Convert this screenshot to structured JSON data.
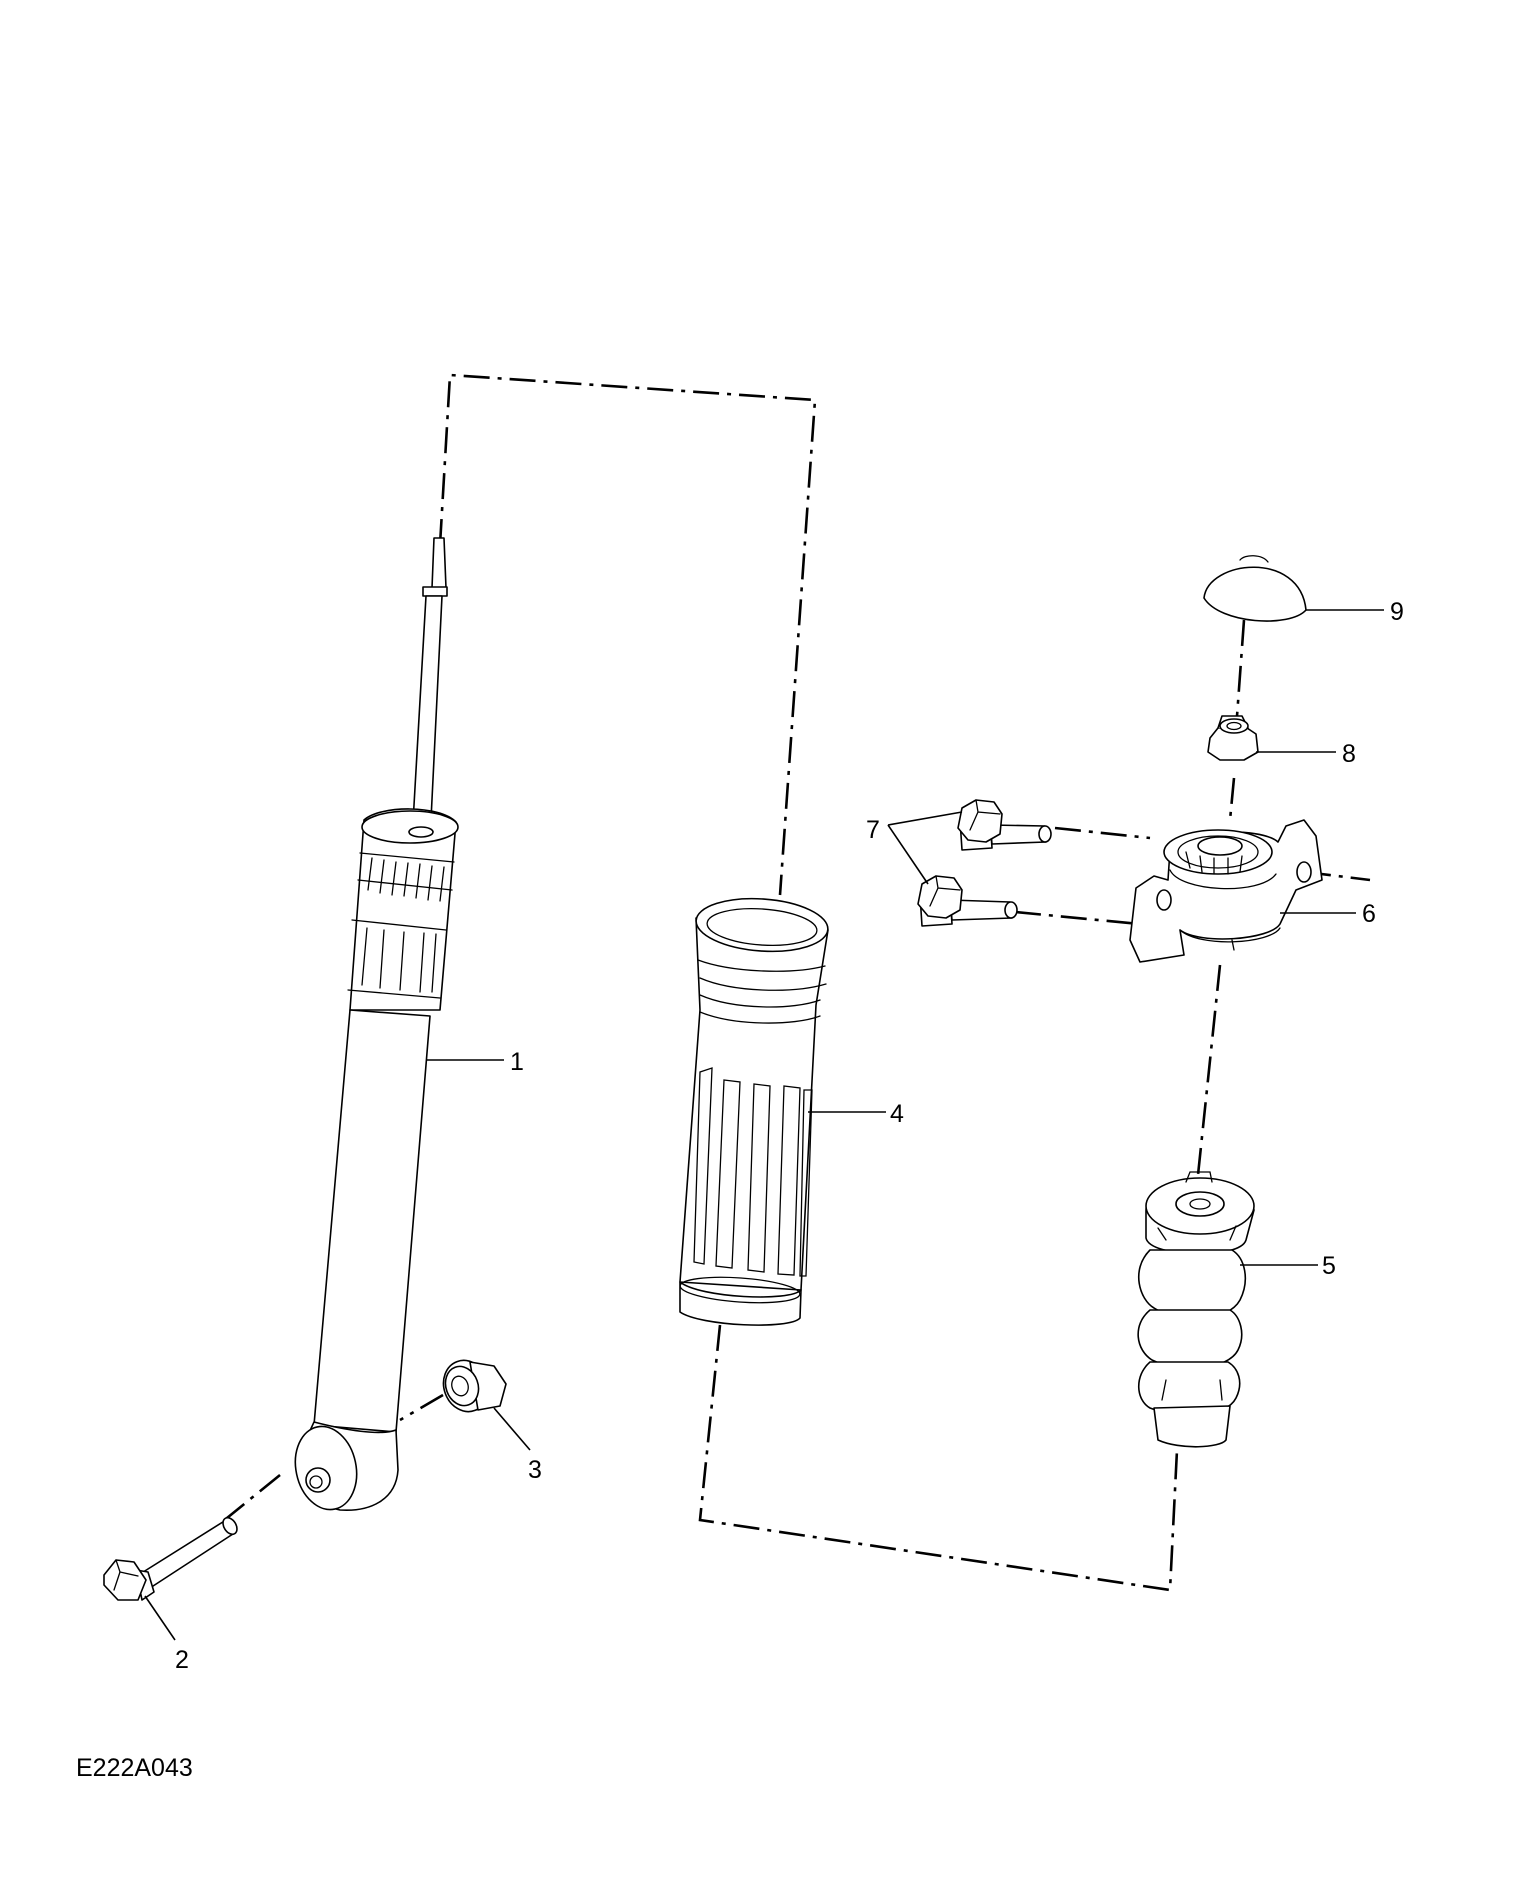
{
  "diagram": {
    "reference_code": "E222A043",
    "callouts": [
      {
        "id": "1",
        "label": "1"
      },
      {
        "id": "2",
        "label": "2"
      },
      {
        "id": "3",
        "label": "3"
      },
      {
        "id": "4",
        "label": "4"
      },
      {
        "id": "5",
        "label": "5"
      },
      {
        "id": "6",
        "label": "6"
      },
      {
        "id": "7",
        "label": "7"
      },
      {
        "id": "8",
        "label": "8"
      },
      {
        "id": "9",
        "label": "9"
      }
    ]
  }
}
